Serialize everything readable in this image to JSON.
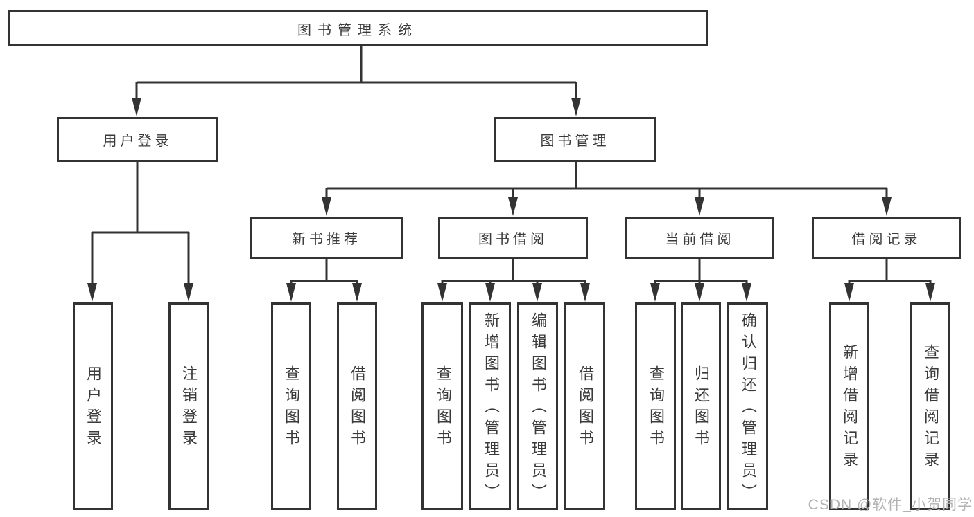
{
  "diagram": {
    "nodes": {
      "root": "图书管理系统",
      "user_login": "用户登录",
      "book_mgmt": "图书管理",
      "new_book_rec": "新书推荐",
      "book_borrow": "图书借阅",
      "current_borrow": "当前借阅",
      "borrow_records": "借阅记录",
      "leaf_user_login": "用户登录",
      "leaf_logout": "注销登录",
      "leaf_nb_query": "查询图书",
      "leaf_nb_borrow": "借阅图书",
      "leaf_bb_query": "查询图书",
      "leaf_bb_add": "新增图书（管理员）",
      "leaf_bb_edit": "编辑图书（管理员）",
      "leaf_bb_borrow": "借阅图书",
      "leaf_cb_query": "查询图书",
      "leaf_cb_return": "归还图书",
      "leaf_cb_confirm": "确认归还（管理员）",
      "leaf_br_add": "新增借阅记录",
      "leaf_br_query": "查询借阅记录"
    },
    "hierarchy": {
      "label": "图书管理系统",
      "children": [
        {
          "label": "用户登录",
          "children": [
            {
              "label": "用户登录"
            },
            {
              "label": "注销登录"
            }
          ]
        },
        {
          "label": "图书管理",
          "children": [
            {
              "label": "新书推荐",
              "children": [
                {
                  "label": "查询图书"
                },
                {
                  "label": "借阅图书"
                }
              ]
            },
            {
              "label": "图书借阅",
              "children": [
                {
                  "label": "查询图书"
                },
                {
                  "label": "新增图书（管理员）"
                },
                {
                  "label": "编辑图书（管理员）"
                },
                {
                  "label": "借阅图书"
                }
              ]
            },
            {
              "label": "当前借阅",
              "children": [
                {
                  "label": "查询图书"
                },
                {
                  "label": "归还图书"
                },
                {
                  "label": "确认归还（管理员）"
                }
              ]
            },
            {
              "label": "借阅记录",
              "children": [
                {
                  "label": "新增借阅记录"
                },
                {
                  "label": "查询借阅记录"
                }
              ]
            }
          ]
        }
      ]
    },
    "colors": {
      "line": "#333333",
      "text": "#3a3a3a",
      "node_background": "#ffffff",
      "watermark": "#b3b3b3"
    }
  },
  "watermark": "CSDN @软件_小贺同学"
}
